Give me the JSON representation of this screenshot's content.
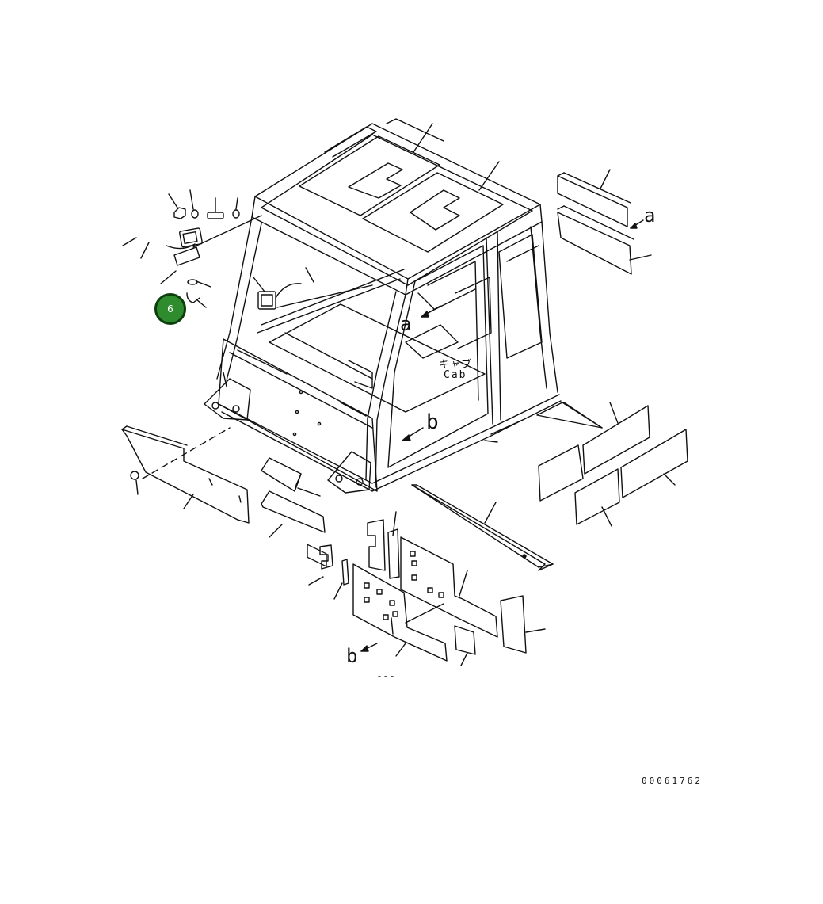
{
  "labels": {
    "ref_a": "a",
    "ref_b": "b",
    "cab_jp": "キャブ",
    "cab_en": "Cab",
    "drawing_number": "00061762"
  },
  "callout": {
    "number": "6",
    "fill": "#2e8b2e",
    "border": "#0c3f0c"
  },
  "colors": {
    "line": "#111111",
    "background": "#ffffff"
  }
}
